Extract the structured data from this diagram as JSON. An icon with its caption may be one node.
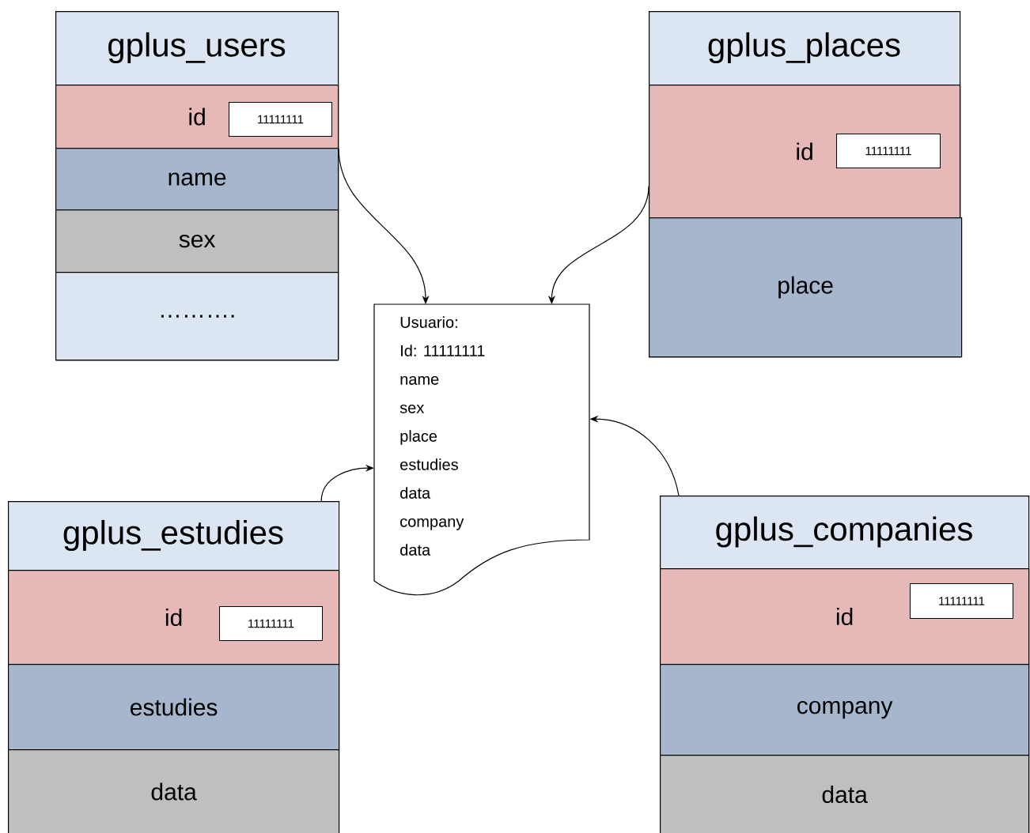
{
  "diagram": {
    "nodes": [
      {
        "text": [
          "gplus_users"
        ]
      },
      {
        "text": [
          "id"
        ],
        "in": 0
      },
      {
        "text": [
          "11111111"
        ],
        "in": 1
      },
      {
        "text": [
          "name"
        ],
        "in": 0
      },
      {
        "text": [
          "sex"
        ],
        "in": 0
      },
      {
        "text": [
          "………."
        ],
        "in": 0
      },
      {
        "text": [
          "gplus_places"
        ]
      },
      {
        "text": [
          "id"
        ],
        "in": 6
      },
      {
        "text": [
          "11111111"
        ],
        "in": 7
      },
      {
        "text": [
          "place"
        ],
        "in": 6
      },
      {
        "text": [
          "Usuario:",
          "Id: 11111111",
          "name",
          "sex",
          "place",
          "estudies",
          "data",
          "company",
          "data"
        ]
      },
      {
        "text": [
          "gplus_estudies"
        ]
      },
      {
        "text": [
          "id"
        ],
        "in": 11
      },
      {
        "text": [
          "11111111"
        ],
        "in": 12
      },
      {
        "text": [
          "estudies"
        ],
        "in": 11
      },
      {
        "text": [
          "data"
        ],
        "in": 11
      },
      {
        "text": [
          "gplus_companies"
        ]
      },
      {
        "text": [
          "id"
        ],
        "in": 16
      },
      {
        "text": [
          "11111111"
        ],
        "in": 17
      },
      {
        "text": [
          "company"
        ],
        "in": 16
      },
      {
        "text": [
          "data"
        ],
        "in": 16
      }
    ],
    "edges": [
      {
        "from": 1,
        "to": 10,
        "arrow": "to"
      },
      {
        "from": 7,
        "to": 10,
        "arrow": "to"
      },
      {
        "from": 11,
        "to": 10,
        "arrow": "to"
      },
      {
        "from": 16,
        "to": 10,
        "arrow": "to"
      }
    ]
  }
}
